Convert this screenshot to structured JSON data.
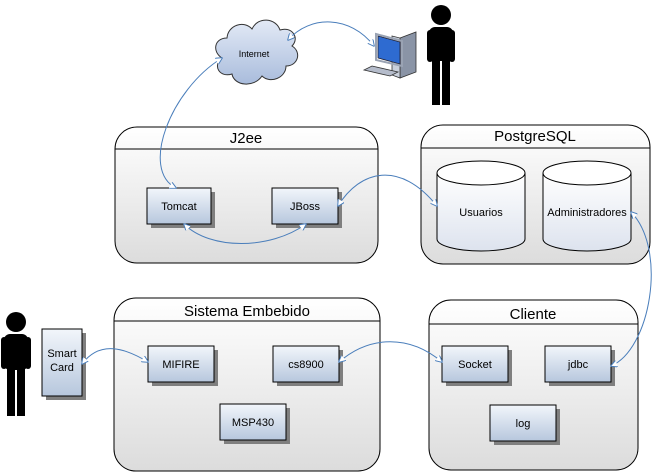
{
  "groups": {
    "j2ee": {
      "title": "J2ee"
    },
    "postgresql": {
      "title": "PostgreSQL"
    },
    "embebido": {
      "title": "Sistema Embebido"
    },
    "cliente": {
      "title": "Cliente"
    }
  },
  "nodes": {
    "tomcat": "Tomcat",
    "jboss": "JBoss",
    "usuarios": "Usuarios",
    "administradores": "Administradores",
    "mifire": "MIFIRE",
    "cs8900": "cs8900",
    "msp430": "MSP430",
    "socket": "Socket",
    "jdbc": "jdbc",
    "log": "log",
    "smartcard_line1": "Smart",
    "smartcard_line2": "Card",
    "internet": "Internet"
  },
  "colors": {
    "connector": "#4a7ebb",
    "node_fill_top": "#f2f6fb",
    "node_fill_bottom": "#b7c7dd",
    "node_border": "#000000",
    "group_fill_top": "#ffffff",
    "group_fill_bottom": "#dcdcdc",
    "cloud_fill": "#c6d4ea",
    "person": "#000000"
  },
  "icons": [
    "cloud-icon",
    "computer-icon",
    "person-icon"
  ]
}
